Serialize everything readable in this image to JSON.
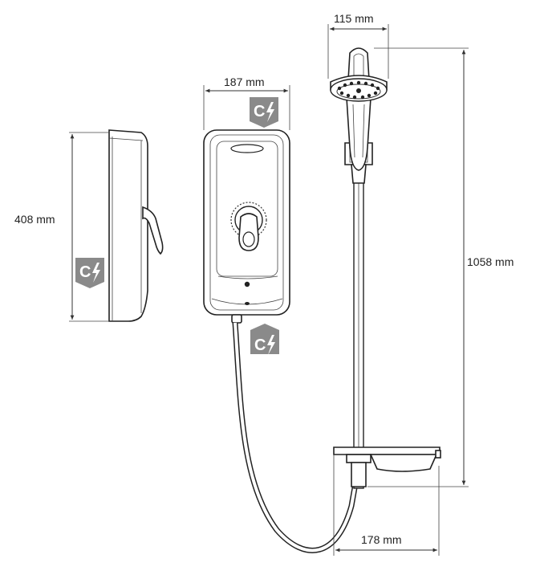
{
  "dimensions": {
    "shower_head_width": "115 mm",
    "unit_width": "187 mm",
    "unit_height": "408 mm",
    "riser_height": "1058 mm",
    "soap_dish_depth": "178 mm"
  },
  "badges": [
    {
      "letter": "C",
      "icon": "lightning-bolt-icon"
    },
    {
      "letter": "C",
      "icon": "lightning-bolt-icon"
    },
    {
      "letter": "C",
      "icon": "lightning-bolt-icon"
    }
  ],
  "colors": {
    "line": "#222222",
    "badge_fill": "#8a8a8a",
    "unit_face": "#f4f4f4"
  }
}
